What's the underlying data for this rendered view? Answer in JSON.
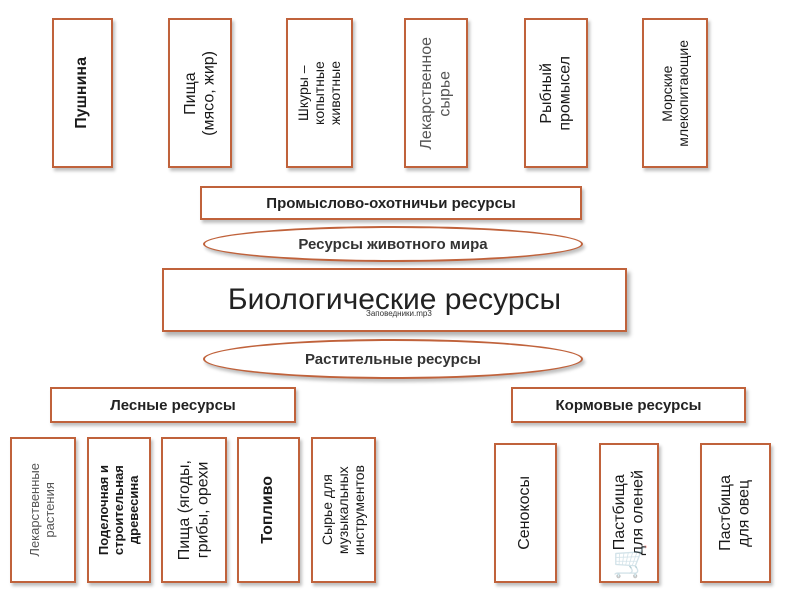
{
  "title": "Биологические ресурсы",
  "caption": "Заповедники.mp3",
  "animal": {
    "oval_label": "Ресурсы животного мира",
    "branch_label": "Промыслово-охотничьи ресурсы",
    "items": [
      "Пушнина",
      "Пища\n(мясо, жир)",
      "Шкуры –\nкопытные\nживотные",
      "Лекарственное\nсырье",
      "Рыбный\nпромысел",
      "Морские\nмлекопитающие"
    ]
  },
  "plant": {
    "oval_label": "Растительные ресурсы",
    "forest": {
      "label": "Лесные ресурсы",
      "items": [
        "Лекарственные\nрастения",
        "Поделочная и\nстроительная\nдревесина",
        "Пища (ягоды,\nгрибы, орехи",
        "Топливо",
        "Сырье для\nмузыкальных\nинструментов"
      ]
    },
    "fodder": {
      "label": "Кормовые ресурсы",
      "items": [
        "Сенокосы",
        "Пастбища\nдля оленей",
        "Пастбища\nдля овец"
      ]
    }
  },
  "decorations": [
    "shopping-cart-icon"
  ]
}
